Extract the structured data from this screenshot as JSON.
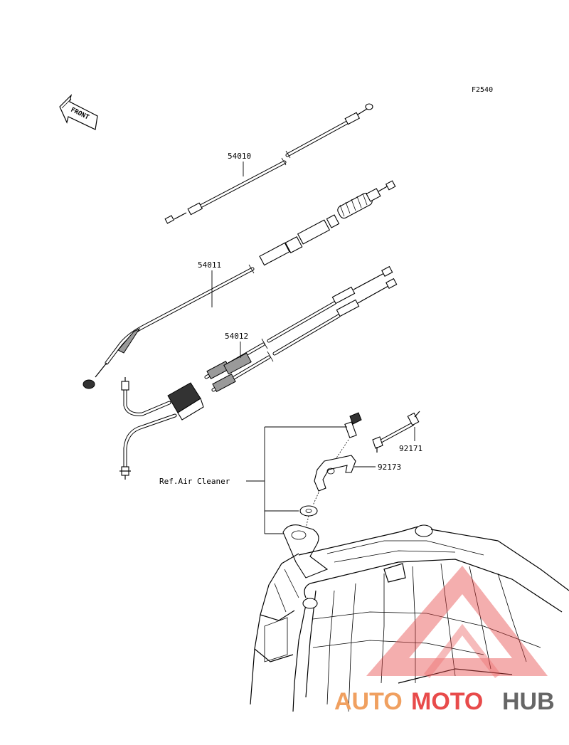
{
  "figure_code": "F2540",
  "front_label": "FRONT",
  "parts": [
    {
      "number": "54010"
    },
    {
      "number": "54011"
    },
    {
      "number": "54012"
    },
    {
      "number": "92171"
    },
    {
      "number": "92173"
    }
  ],
  "reference_label": "Ref.Air Cleaner",
  "watermark": {
    "auto": "AUTO",
    "moto": "MOTO",
    "hub": "HUB",
    "color_auto": "#f0a060",
    "color_moto": "#e84b4b",
    "color_hub": "#666666",
    "triangle_color": "#e84b4b"
  }
}
